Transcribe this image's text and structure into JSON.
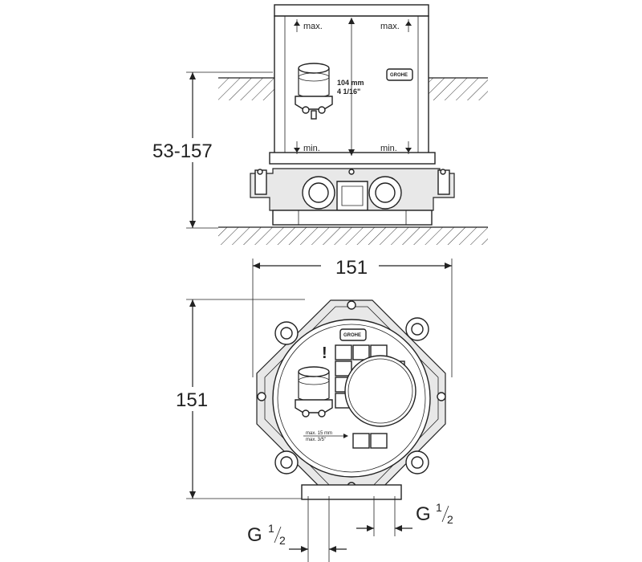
{
  "side_view": {
    "dim_height": "53-157",
    "label_max_left": "max.",
    "label_max_right": "max.",
    "label_min_left": "min.",
    "label_min_right": "min.",
    "depth_mm": "104 mm",
    "depth_in": "4 1/16\"",
    "brand": "GROHE"
  },
  "top_view": {
    "dim_width": "151",
    "dim_height": "151",
    "brand": "GROHE",
    "warning": "!",
    "note_mm": "max. 15 mm",
    "note_in": "max. 3/5\"",
    "thread_left": {
      "main": "G",
      "num": "1",
      "den": "2"
    },
    "thread_right": {
      "main": "G",
      "num": "1",
      "den": "2"
    }
  }
}
